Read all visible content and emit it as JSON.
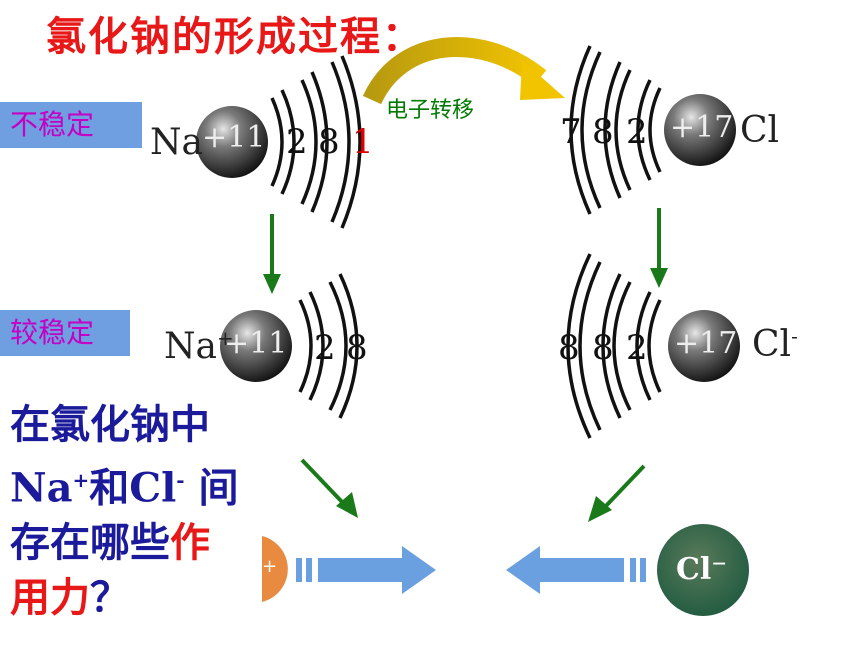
{
  "title": "氯化钠的形成过程：",
  "transfer_label": "电子转移",
  "states": {
    "unstable": "不稳定",
    "stable": "较稳定"
  },
  "na_atom": {
    "symbol": "Na",
    "nucleus": "+11",
    "shells": [
      "2",
      "8",
      "1"
    ]
  },
  "cl_atom": {
    "symbol": "Cl",
    "nucleus": "+17",
    "shells": [
      "7",
      "8",
      "2"
    ]
  },
  "na_ion": {
    "symbol": "Na",
    "charge": "+",
    "nucleus": "+11",
    "shells": [
      "2",
      "8"
    ]
  },
  "cl_ion": {
    "symbol": "Cl",
    "charge": "-",
    "nucleus": "+17",
    "shells": [
      "8",
      "8",
      "2"
    ]
  },
  "question": {
    "line1": "在氯化钠中",
    "line2_a": "Na",
    "line2_sup1": "+",
    "line2_b": "和Cl",
    "line2_sup2": "-",
    "line2_c": " 间",
    "line3_a": "存在哪些",
    "line3_red": "作",
    "line4_red": "用力",
    "line4_end": "？"
  },
  "ions_bottom": {
    "left_charge": "+",
    "right_label": "Cl⁻"
  },
  "colors": {
    "title": "#e81818",
    "badge_bg": "#6f9fe0",
    "badge_text": "#c400c4",
    "arrow_green": "#1a7a1a",
    "arrow_blue": "#6a9fe0",
    "cl_ion_fill": "#2e6a4a",
    "na_ion_fill": "#e88a40"
  }
}
